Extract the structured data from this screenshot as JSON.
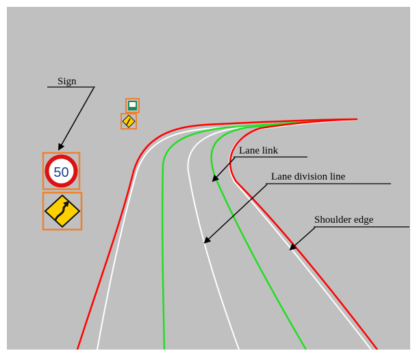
{
  "labels": {
    "sign": "Sign",
    "lane_link": "Lane link",
    "lane_division_line": "Lane division line",
    "shoulder_edge": "Shoulder edge"
  },
  "signs": {
    "speed_limit_value": "50"
  },
  "colors": {
    "background": "#c0c0c0",
    "shoulder_edge": "#ff0000",
    "lane_division_line": "#ffffff",
    "lane_link": "#22dd22",
    "sign_box": "#f08030",
    "annotation": "#000000"
  }
}
